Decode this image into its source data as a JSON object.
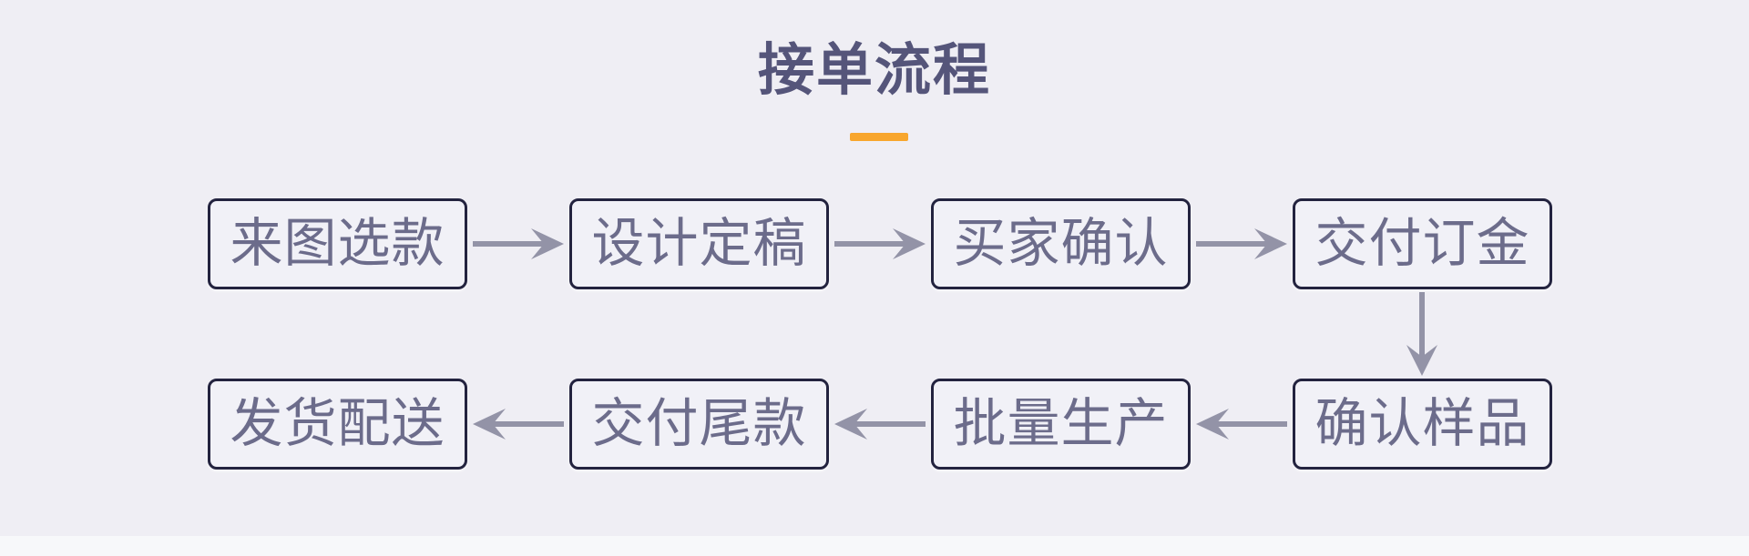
{
  "header": {
    "title": "接单流程"
  },
  "flow": {
    "steps": [
      {
        "label": "来图选款"
      },
      {
        "label": "设计定稿"
      },
      {
        "label": "买家确认"
      },
      {
        "label": "交付订金"
      },
      {
        "label": "确认样品"
      },
      {
        "label": "批量生产"
      },
      {
        "label": "交付尾款"
      },
      {
        "label": "发货配送"
      }
    ],
    "arrows": [
      {
        "from": "来图选款",
        "to": "设计定稿",
        "direction": "right"
      },
      {
        "from": "设计定稿",
        "to": "买家确认",
        "direction": "right"
      },
      {
        "from": "买家确认",
        "to": "交付订金",
        "direction": "right"
      },
      {
        "from": "交付订金",
        "to": "确认样品",
        "direction": "down"
      },
      {
        "from": "确认样品",
        "to": "批量生产",
        "direction": "left"
      },
      {
        "from": "批量生产",
        "to": "交付尾款",
        "direction": "left"
      },
      {
        "from": "交付尾款",
        "to": "发货配送",
        "direction": "left"
      }
    ]
  },
  "colors": {
    "background": "#EFEEF4",
    "accent_bar": "#F8A62D",
    "box_border": "#23233F",
    "box_bg": "#F1F1F7",
    "box_text": "#6C6C8B",
    "title_text": "#55557A",
    "arrow": "#9393A7",
    "bottom_strip": "#F7F8FA"
  }
}
